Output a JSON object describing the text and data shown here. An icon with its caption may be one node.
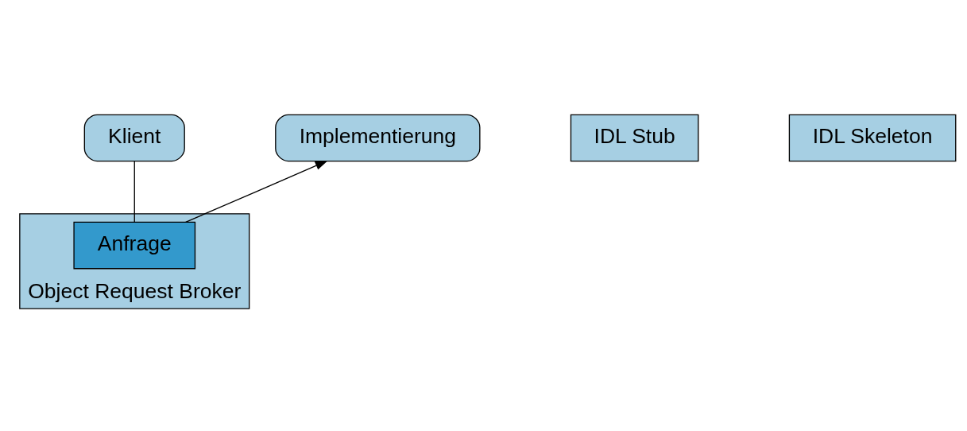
{
  "diagram": {
    "nodes": [
      {
        "text": [
          "Klient"
        ]
      },
      {
        "text": [
          "Implementierung"
        ]
      },
      {
        "text": [
          "IDL Stub"
        ]
      },
      {
        "text": [
          "IDL Skeleton"
        ]
      },
      {
        "text": [
          "Object Request Broker"
        ]
      },
      {
        "text": [
          "Anfrage"
        ],
        "in": 4
      }
    ],
    "edges": [
      {
        "from": 0,
        "to": 5,
        "arrow": "none"
      },
      {
        "from": 5,
        "to": 1,
        "arrow": "to"
      }
    ]
  }
}
